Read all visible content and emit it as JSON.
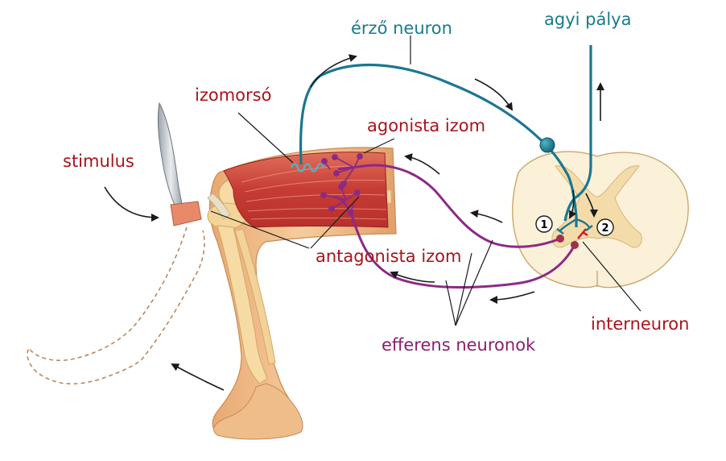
{
  "labels": {
    "sensory_neuron": "érző neuron",
    "brain_pathway": "agyi pálya",
    "muscle_spindle": "izomorsó",
    "agonist_muscle": "agonista izom",
    "stimulus": "stimulus",
    "antagonist_muscle": "antagonista izom",
    "interneuron": "interneuron",
    "efferent_neurons": "efferens neuronok"
  },
  "markers": {
    "synapse_1": "1",
    "synapse_2": "2"
  },
  "colors": {
    "label_sensory": "#1a7a8c",
    "label_brain": "#1a7a8c",
    "label_red": "#a8141c",
    "label_efferent": "#8a1f6e",
    "sensory_nerve": "#1b7791",
    "motor_nerve": "#8b2a86",
    "muscle": "#c9443c",
    "skin": "#f2c08e",
    "bone": "#f7dba5",
    "cord_white": "#fbf0d8",
    "cord_grey": "#f3d9a8"
  }
}
